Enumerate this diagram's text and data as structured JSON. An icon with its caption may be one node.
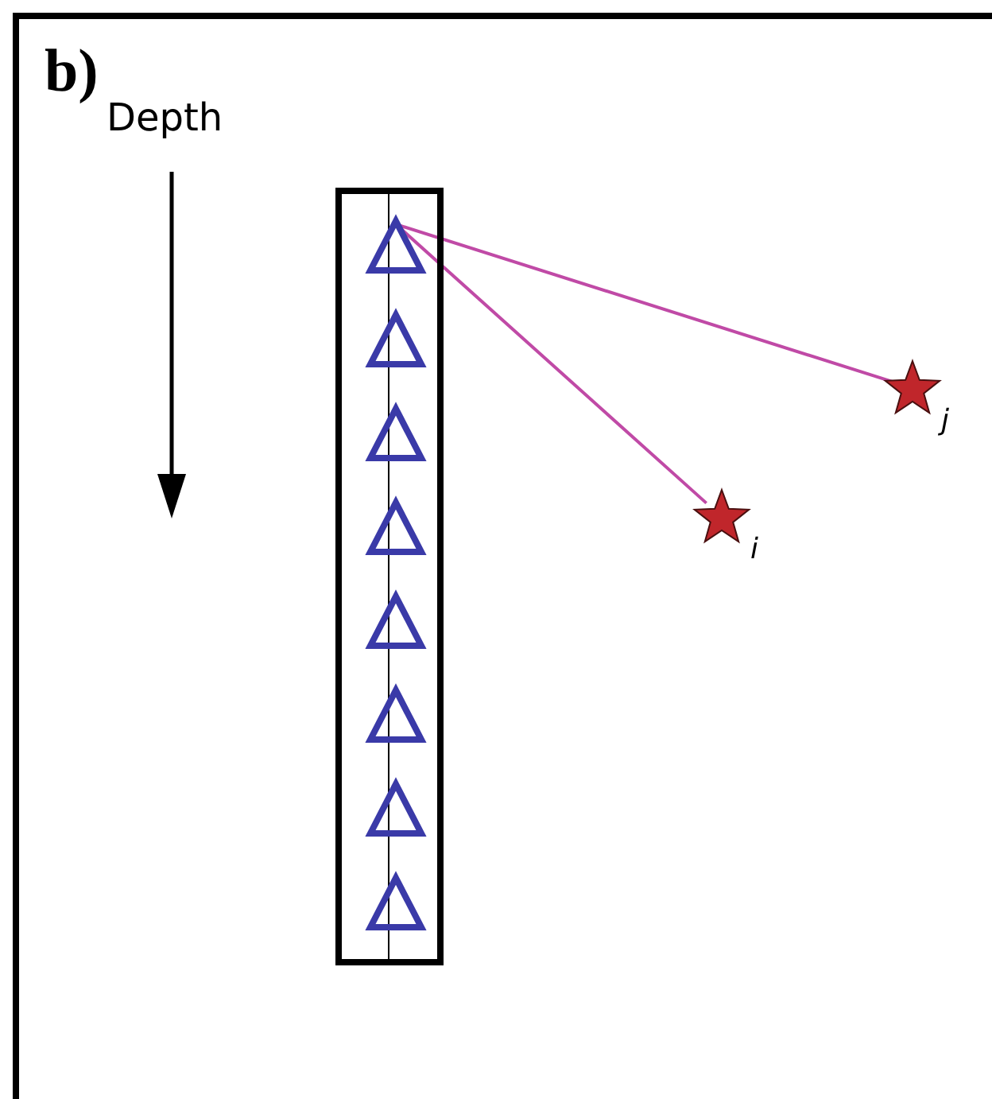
{
  "diagram": {
    "nodes": [
      {
        "text": [],
        "shape": "box"
      },
      {
        "text": [],
        "shape": "triangle",
        "in": 0
      },
      {
        "text": [],
        "shape": "triangle",
        "in": 0
      },
      {
        "text": [],
        "shape": "triangle",
        "in": 0
      },
      {
        "text": [],
        "shape": "triangle",
        "in": 0
      },
      {
        "text": [],
        "shape": "triangle",
        "in": 0
      },
      {
        "text": [],
        "shape": "triangle",
        "in": 0
      },
      {
        "text": [],
        "shape": "triangle",
        "in": 0
      },
      {
        "text": [],
        "shape": "triangle",
        "in": 0
      },
      {
        "text": [],
        "shape": "star",
        "beside": [
          "j"
        ]
      },
      {
        "text": [],
        "shape": "star",
        "beside": [
          "i"
        ]
      }
    ],
    "edges": [
      {
        "from": 1,
        "to": 9,
        "arrow": "none",
        "color": "#c04aa6"
      },
      {
        "from": 1,
        "to": 10,
        "arrow": "none",
        "color": "#c04aa6"
      }
    ],
    "labels": [
      "b)",
      "Depth"
    ]
  }
}
